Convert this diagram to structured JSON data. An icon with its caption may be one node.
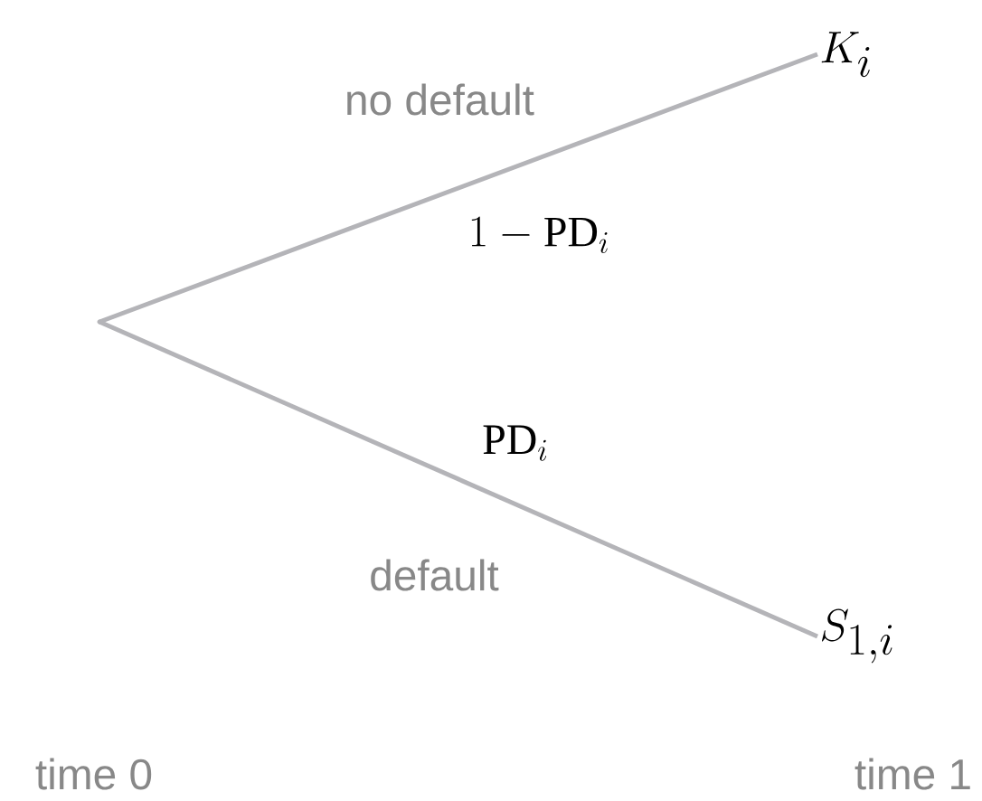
{
  "diagram": {
    "nodes": [
      {
        "text": [],
        "shape": "point"
      },
      {
        "text": [
          "K_i"
        ]
      },
      {
        "text": [
          "S_{1,i}"
        ]
      }
    ],
    "edges": [
      {
        "from": 0,
        "to": 1,
        "arrow": "none",
        "label": "no default"
      },
      {
        "from": 0,
        "to": 2,
        "arrow": "none",
        "label": "default"
      }
    ],
    "labels": [
      "1-\\mathrm{PD}_i",
      "\\mathrm{PD}_i",
      "time 0",
      "time 1"
    ]
  }
}
